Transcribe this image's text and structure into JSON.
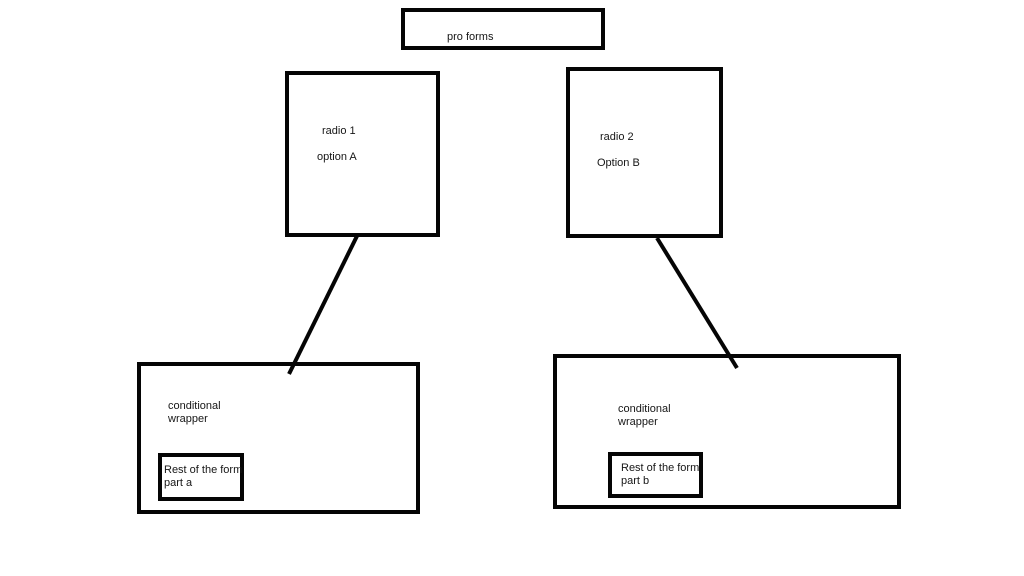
{
  "colors": {
    "background": "#ffffff",
    "stroke": "#050505",
    "text": "#161616"
  },
  "nodes": {
    "pro_forms": {
      "label": "pro forms"
    },
    "radio1": {
      "title": "radio 1",
      "option": "option A"
    },
    "radio2": {
      "title": "radio 2",
      "option": "Option B"
    },
    "wrapper_a": {
      "label_line1": "conditional",
      "label_line2": "wrapper",
      "child": {
        "line1": "Rest of the form",
        "line2": "part a"
      }
    },
    "wrapper_b": {
      "label_line1": "conditional",
      "label_line2": "wrapper",
      "child": {
        "line1": "Rest of the form",
        "line2": "part b"
      }
    }
  }
}
